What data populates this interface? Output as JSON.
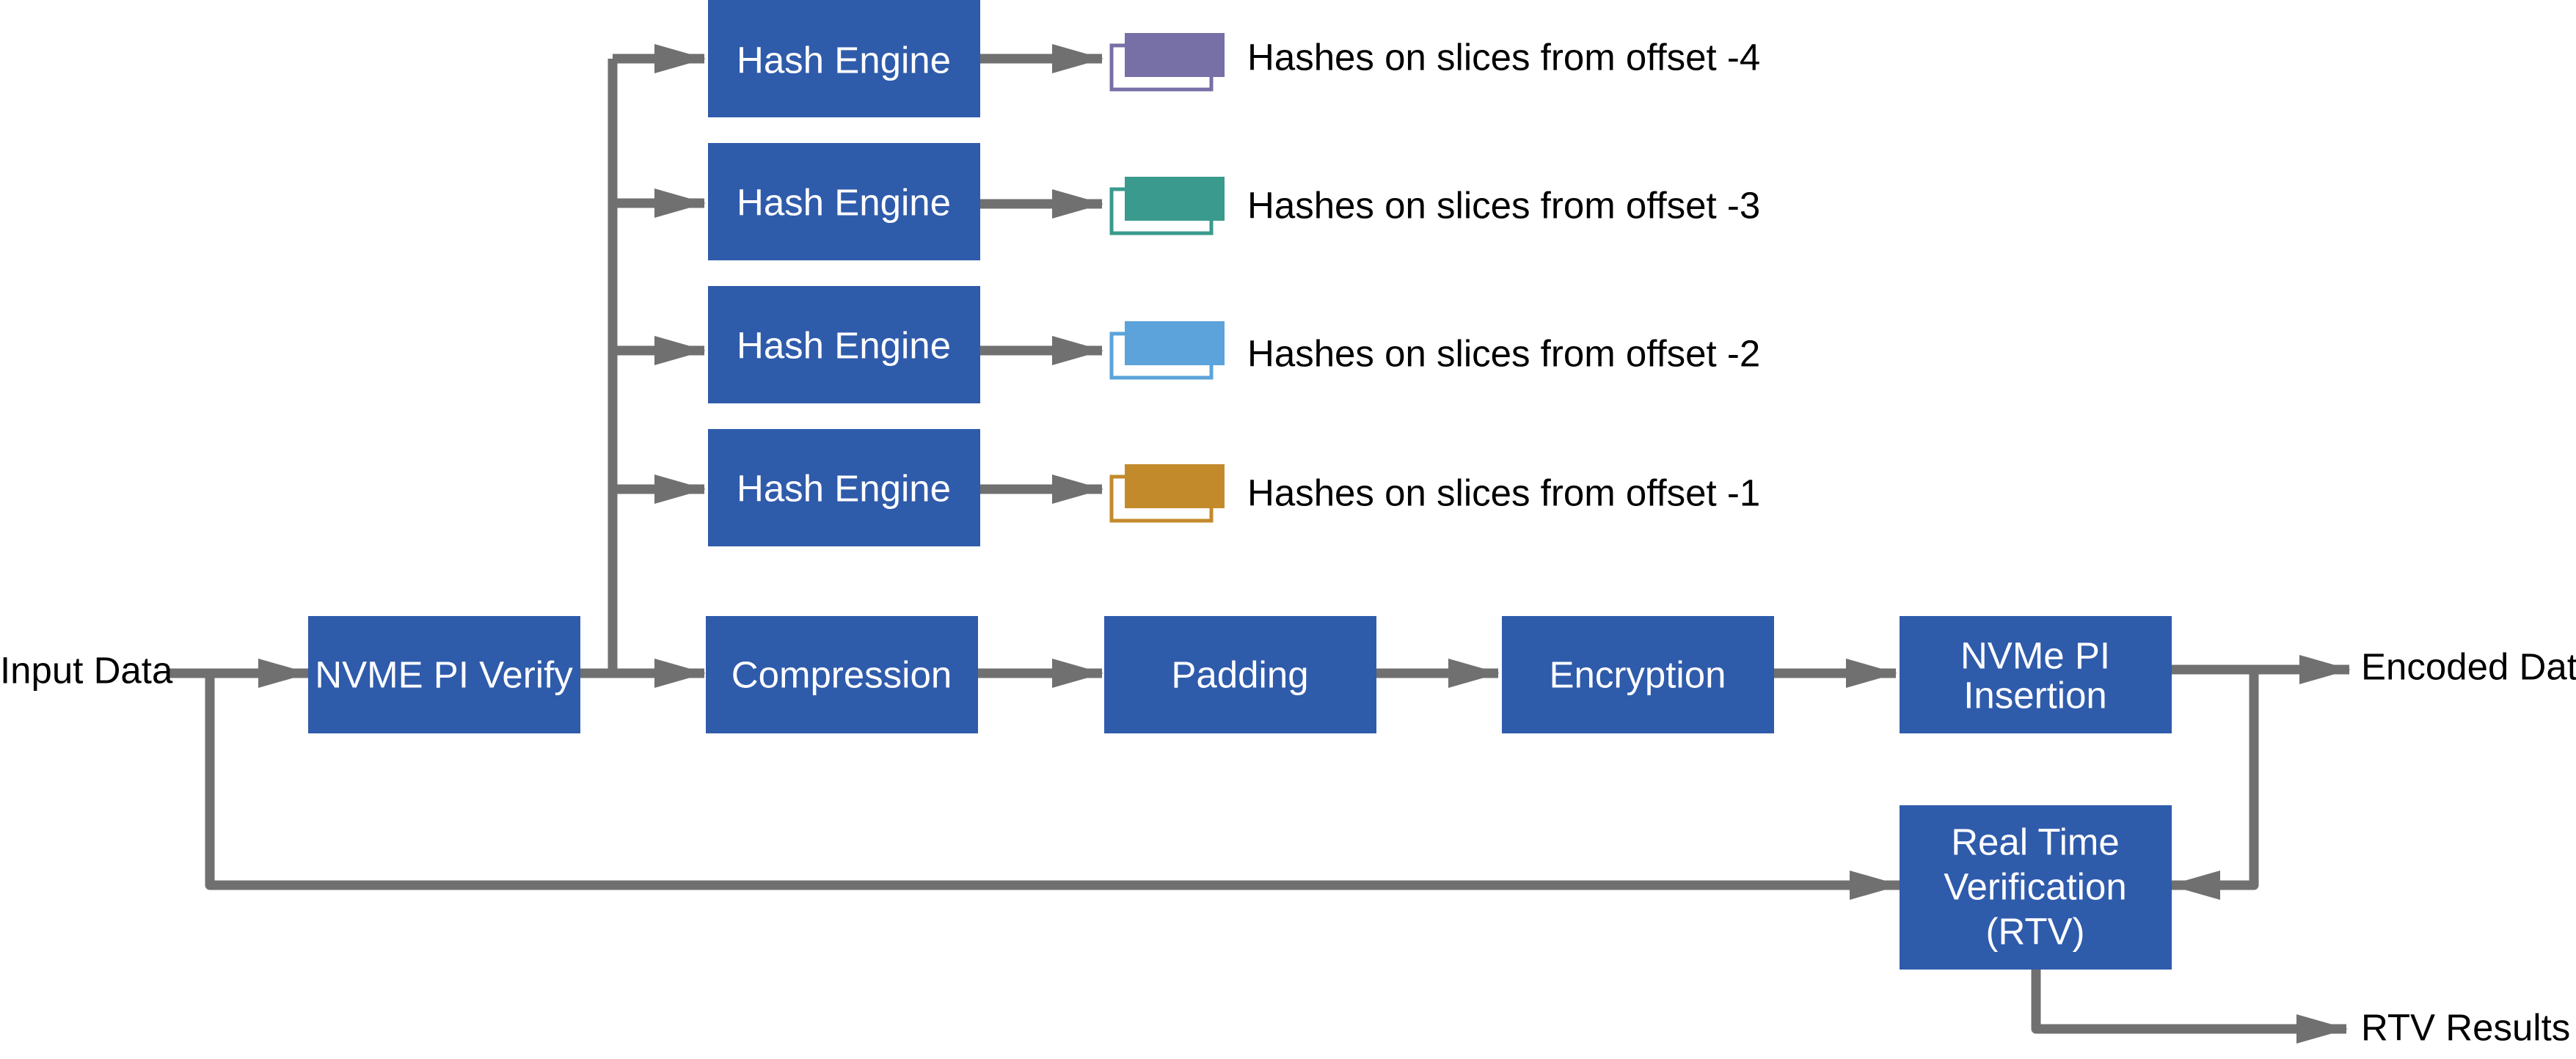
{
  "colors": {
    "box_fill": "#2F5BAB",
    "arrow": "#707070",
    "box_text": "#FFFFFF",
    "label_text": "#000000",
    "hash_marker_4": "#7670A6",
    "hash_marker_3": "#3A9A8E",
    "hash_marker_2": "#5BA3DA",
    "hash_marker_1": "#C38A2C"
  },
  "inputs": {
    "input_data": "Input Data"
  },
  "outputs": {
    "encoded_data": "Encoded Data",
    "rtv_results": "RTV Results"
  },
  "blocks": {
    "nvme_pi_verify": "NVME PI Verify",
    "compression": "Compression",
    "padding": "Padding",
    "encryption": "Encryption",
    "nvme_pi_insertion": [
      "NVMe PI",
      "Insertion"
    ],
    "rtv": [
      "Real Time",
      "Verification",
      "(RTV)"
    ]
  },
  "hash_engines": [
    {
      "label": "Hash Engine",
      "marker_color": "#7670A6",
      "result": "Hashes on slices from offset -4"
    },
    {
      "label": "Hash Engine",
      "marker_color": "#3A9A8E",
      "result": "Hashes on slices from offset -3"
    },
    {
      "label": "Hash Engine",
      "marker_color": "#5BA3DA",
      "result": "Hashes on slices from offset -2"
    },
    {
      "label": "Hash Engine",
      "marker_color": "#C38A2C",
      "result": "Hashes on slices from offset -1"
    }
  ]
}
